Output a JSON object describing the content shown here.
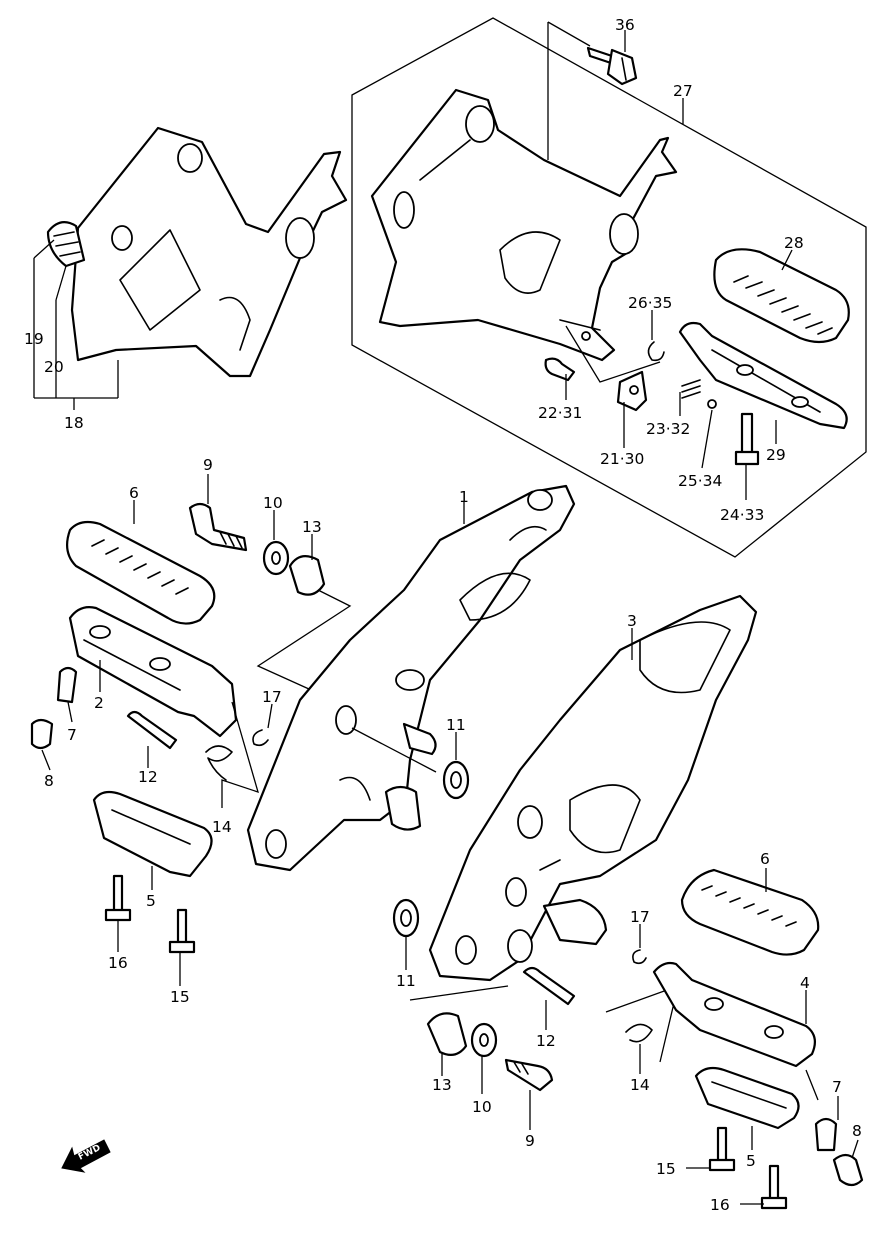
{
  "fwd_label": "FWD",
  "callouts": [
    {
      "id": "c36",
      "text": "36"
    },
    {
      "id": "c27",
      "text": "27"
    },
    {
      "id": "c28",
      "text": "28"
    },
    {
      "id": "c26_35",
      "text": "26·35"
    },
    {
      "id": "c22_31",
      "text": "22·31"
    },
    {
      "id": "c21_30",
      "text": "21·30"
    },
    {
      "id": "c23_32",
      "text": "23·32"
    },
    {
      "id": "c25_34",
      "text": "25·34"
    },
    {
      "id": "c29",
      "text": "29"
    },
    {
      "id": "c24_33",
      "text": "24·33"
    },
    {
      "id": "c19",
      "text": "19"
    },
    {
      "id": "c20",
      "text": "20"
    },
    {
      "id": "c18",
      "text": "18"
    },
    {
      "id": "c9a",
      "text": "9"
    },
    {
      "id": "c1",
      "text": "1"
    },
    {
      "id": "c6a",
      "text": "6"
    },
    {
      "id": "c10a",
      "text": "10"
    },
    {
      "id": "c13a",
      "text": "13"
    },
    {
      "id": "c3",
      "text": "3"
    },
    {
      "id": "c2",
      "text": "2"
    },
    {
      "id": "c17a",
      "text": "17"
    },
    {
      "id": "c7a",
      "text": "7"
    },
    {
      "id": "c11a",
      "text": "11"
    },
    {
      "id": "c8a",
      "text": "8"
    },
    {
      "id": "c12a",
      "text": "12"
    },
    {
      "id": "c14a",
      "text": "14"
    },
    {
      "id": "c5a",
      "text": "5"
    },
    {
      "id": "c16a",
      "text": "16"
    },
    {
      "id": "c15a",
      "text": "15"
    },
    {
      "id": "c6b",
      "text": "6"
    },
    {
      "id": "c17b",
      "text": "17"
    },
    {
      "id": "c11b",
      "text": "11"
    },
    {
      "id": "c4",
      "text": "4"
    },
    {
      "id": "c12b",
      "text": "12"
    },
    {
      "id": "c14b",
      "text": "14"
    },
    {
      "id": "c13b",
      "text": "13"
    },
    {
      "id": "c10b",
      "text": "10"
    },
    {
      "id": "c9b",
      "text": "9"
    },
    {
      "id": "c7b",
      "text": "7"
    },
    {
      "id": "c5b",
      "text": "5"
    },
    {
      "id": "c8b",
      "text": "8"
    },
    {
      "id": "c15b",
      "text": "15"
    },
    {
      "id": "c16b",
      "text": "16"
    }
  ]
}
